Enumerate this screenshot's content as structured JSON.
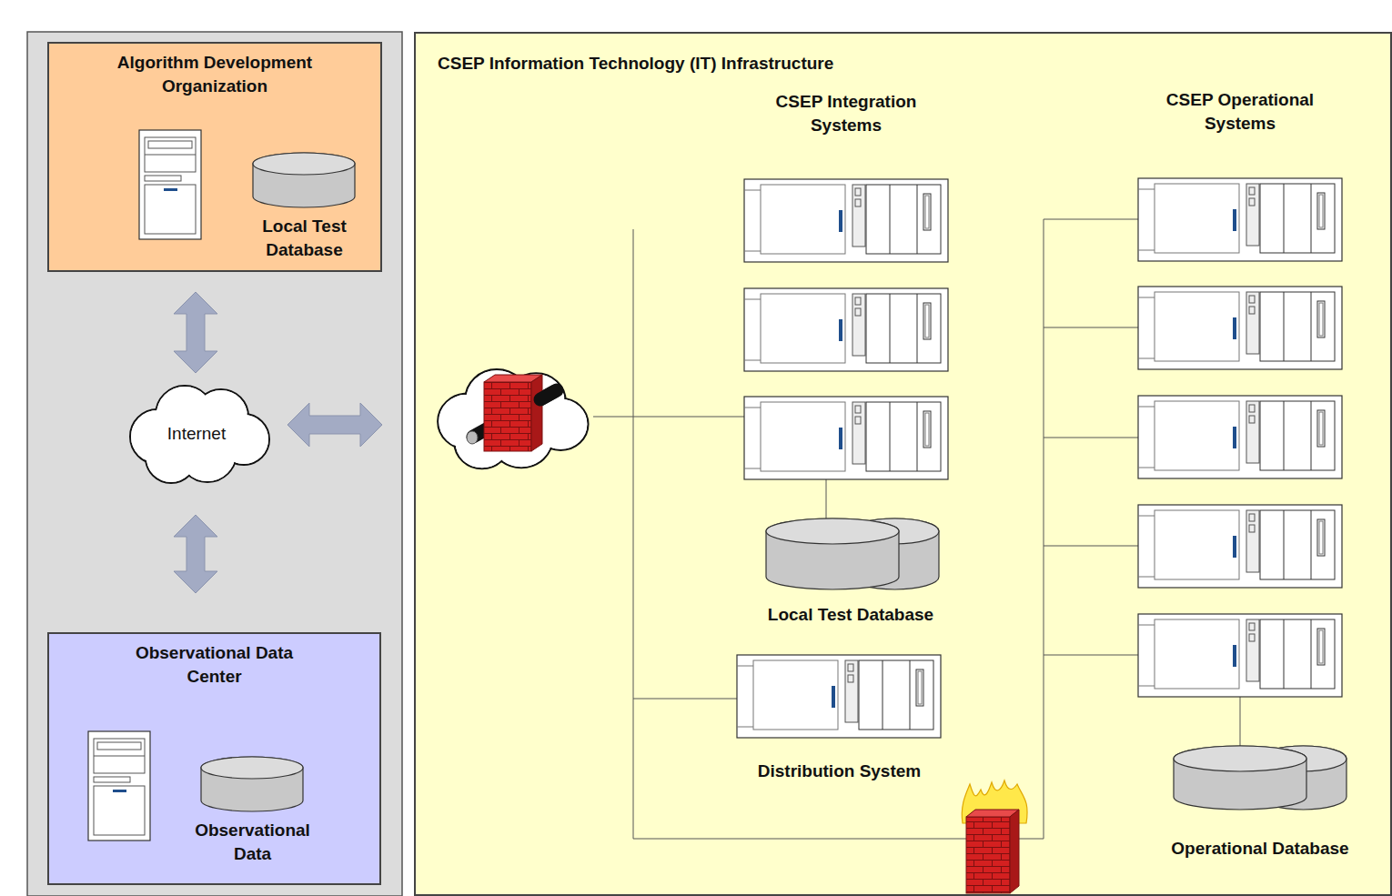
{
  "diagram": {
    "nodes": [
      {
        "text": [
          "Algorithm Development Organization"
        ]
      },
      {
        "text": [
          "Local Test Database"
        ],
        "in": 0
      },
      {
        "text": [
          "Internet"
        ]
      },
      {
        "text": [
          "Observational Data Center"
        ]
      },
      {
        "text": [
          "Observational Data"
        ],
        "in": 3
      },
      {
        "text": [
          "CSEP Information Technology (IT) Infrastructure"
        ]
      },
      {
        "text": [
          "Local Test Database"
        ],
        "in": 5
      },
      {
        "text": [
          "Distribution System"
        ],
        "in": 5
      },
      {
        "text": [
          "Operational Database"
        ],
        "in": 5
      }
    ],
    "edges": [
      {
        "from": 0,
        "to": 2,
        "arrow": "both"
      },
      {
        "from": 3,
        "to": 2,
        "arrow": "both"
      },
      {
        "from": 2,
        "to": 5,
        "arrow": "both"
      }
    ],
    "labels": [
      "CSEP Integration Systems",
      "CSEP Operational Systems"
    ]
  }
}
